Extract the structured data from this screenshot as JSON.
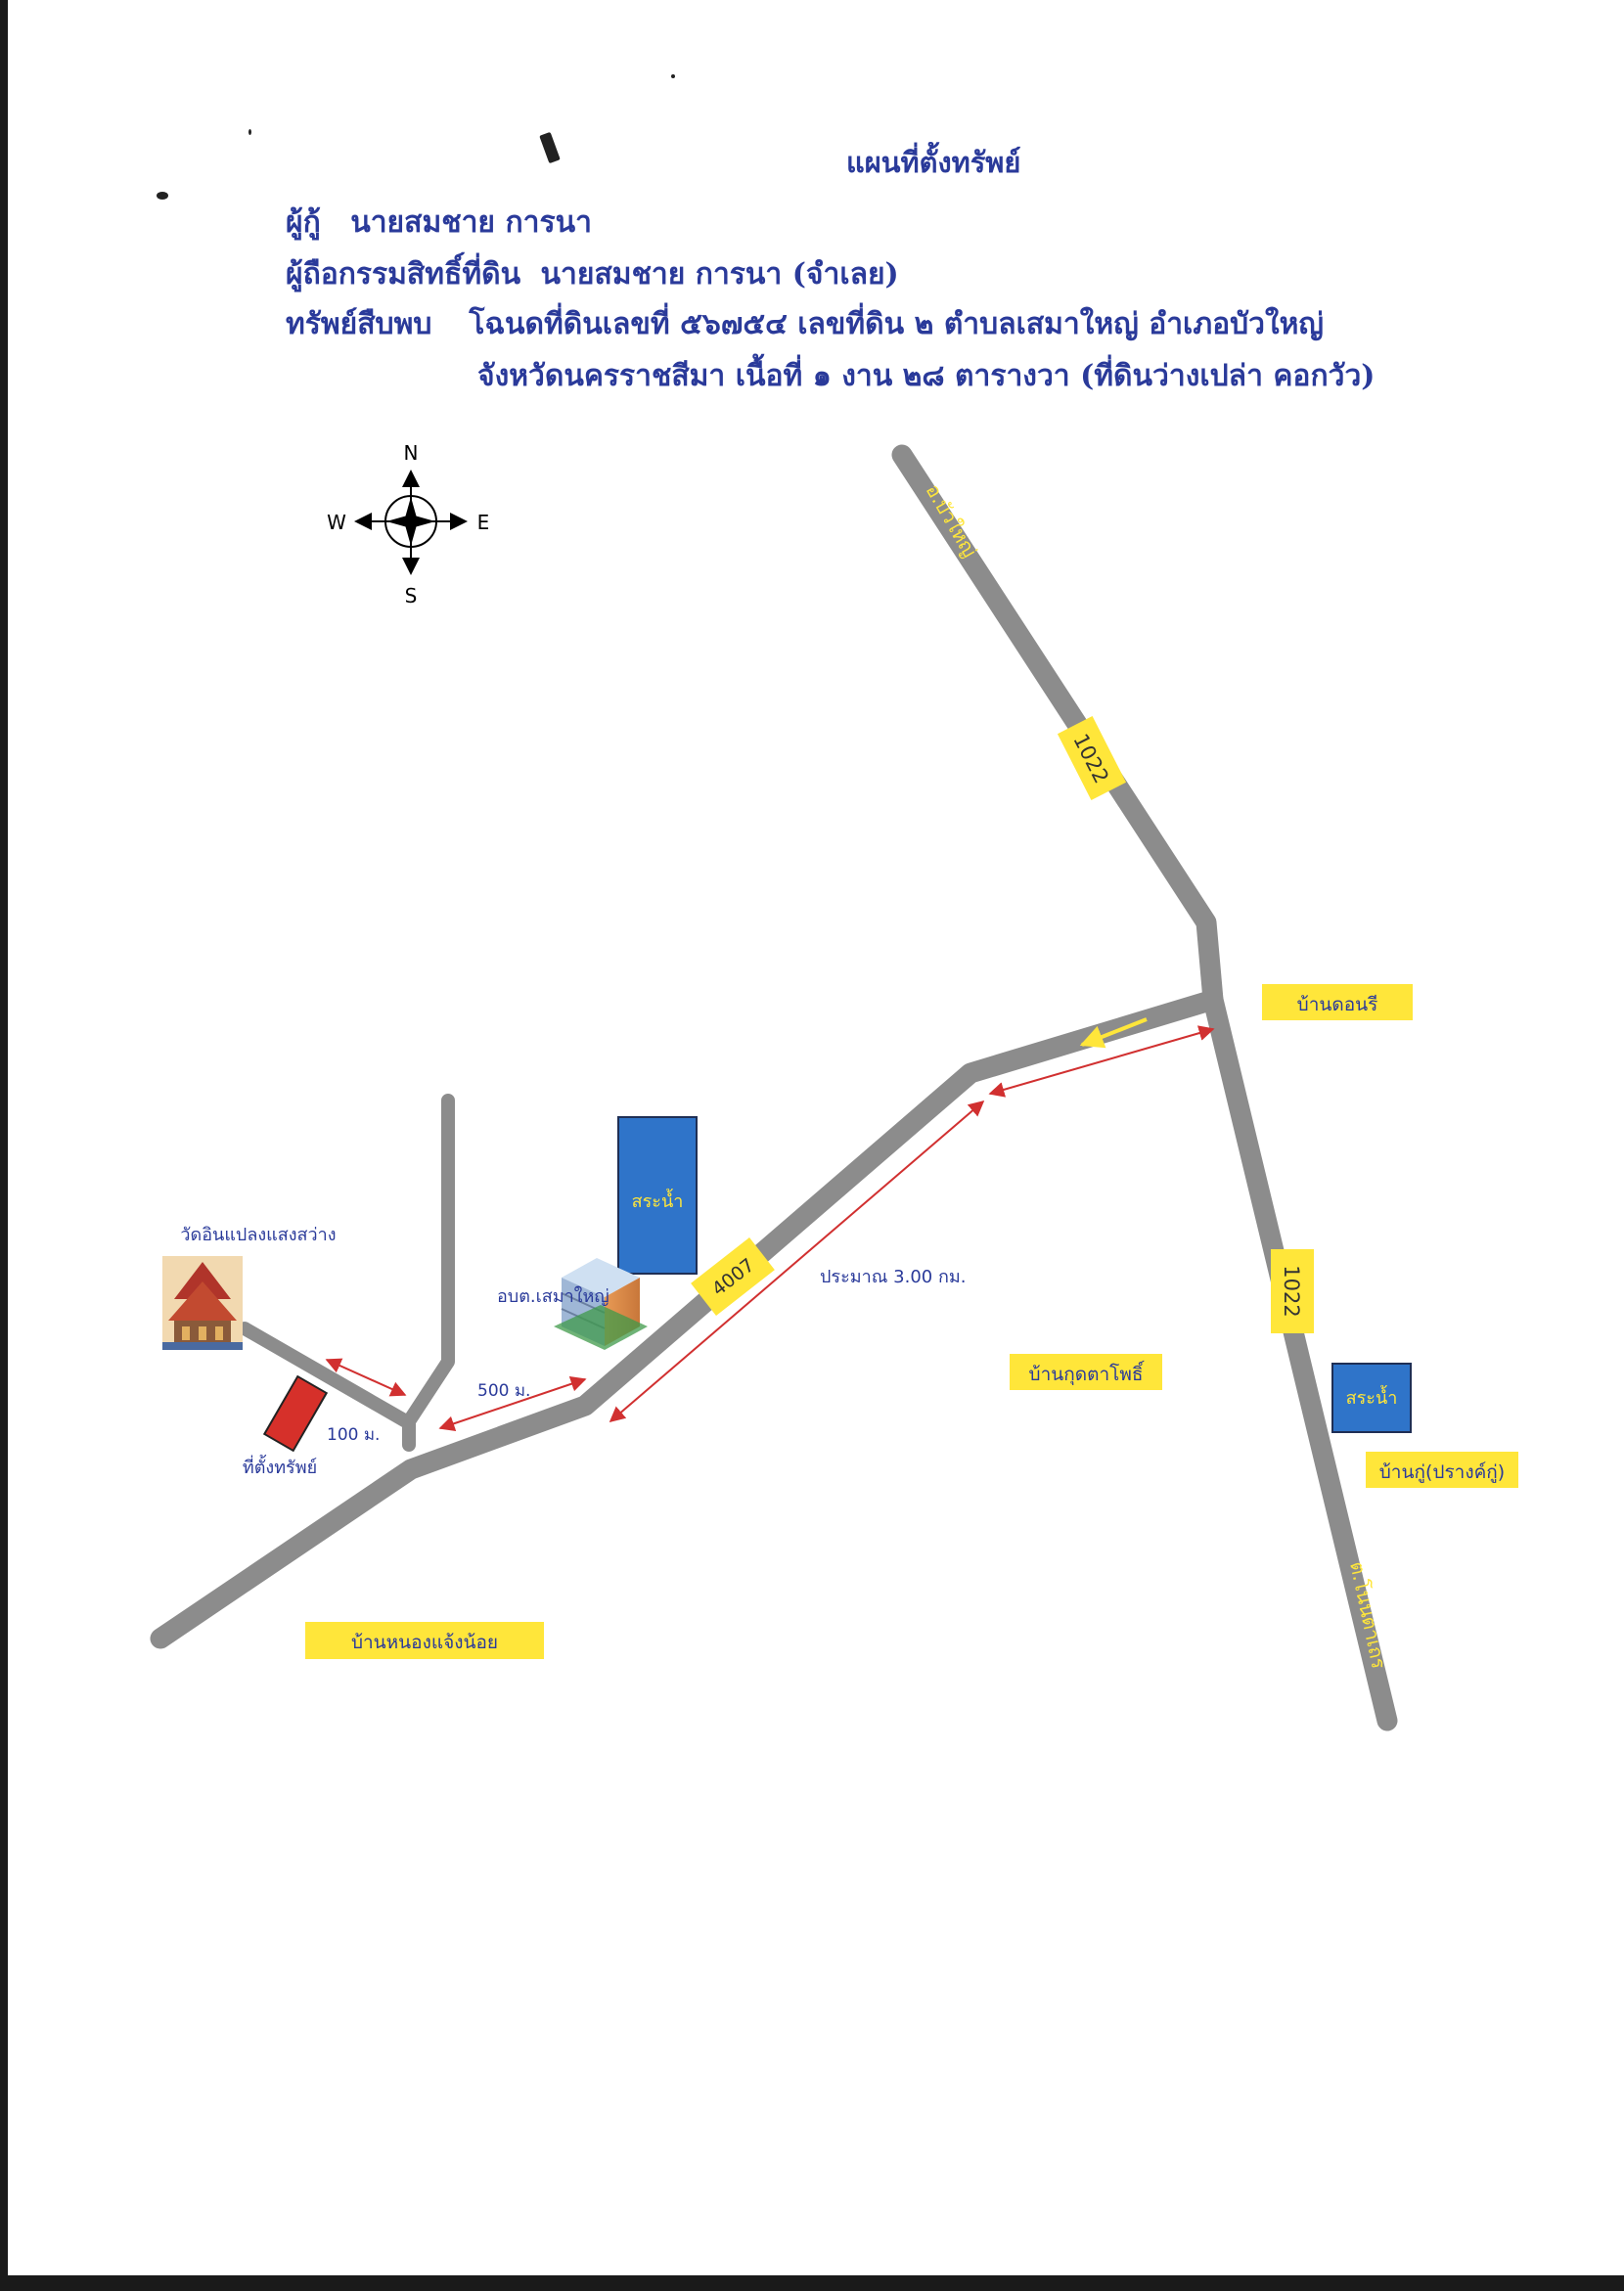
{
  "header": {
    "title": "แผนที่ตั้งทรัพย์",
    "borrower_label": "ผู้กู้",
    "borrower_name": "นายสมชาย การนา",
    "owner_label": "ผู้ถือกรรมสิทธิ์ที่ดิน",
    "owner_name": "นายสมชาย การนา (จำเลย)",
    "property_label": "ทรัพย์สืบพบ",
    "property_line1": "โฉนดที่ดินเลขที่ ๕๖๗๕๔ เลขที่ดิน ๒ ตำบลเสมาใหญ่ อำเภอบัวใหญ่",
    "property_line2": "จังหวัดนครราชสีมา เนื้อที่ ๑ งาน ๒๘ ตารางวา (ที่ดินว่างเปล่า คอกวัว)"
  },
  "compass": {
    "n": "N",
    "s": "S",
    "e": "E",
    "w": "W"
  },
  "roads": {
    "road_1022_top": "1022",
    "road_1022_bottom": "1022",
    "road_4007": "4007",
    "to_north": "อ.บัวใหญ่",
    "to_south": "ต.โนนตาเถร"
  },
  "places": {
    "ban_don_ri": "บ้านดอนรี",
    "ban_kut_ta_pho": "บ้านกุดตาโพธิ์",
    "ban_ku": "บ้านกู่(ปรางค์กู่)",
    "ban_nong_chaeng_noi": "บ้านหนองแจ้งน้อย",
    "pond_1": "สระน้ำ",
    "pond_2": "สระน้ำ",
    "temple": "วัดอินแปลงแสงสว่าง",
    "tambon_office": "อบต.เสมาใหญ่",
    "property": "ที่ตั้งทรัพย์"
  },
  "distances": {
    "d_main": "ประมาณ 3.00 กม.",
    "d_500": "500 ม.",
    "d_100": "100 ม."
  },
  "colors": {
    "road": "#8c8c8c",
    "label_yellow": "#ffe63a",
    "pond_blue": "#2f74c9",
    "property_red": "#d6302a",
    "arrow_red": "#d13030",
    "header_text": "#2a3a9a"
  }
}
